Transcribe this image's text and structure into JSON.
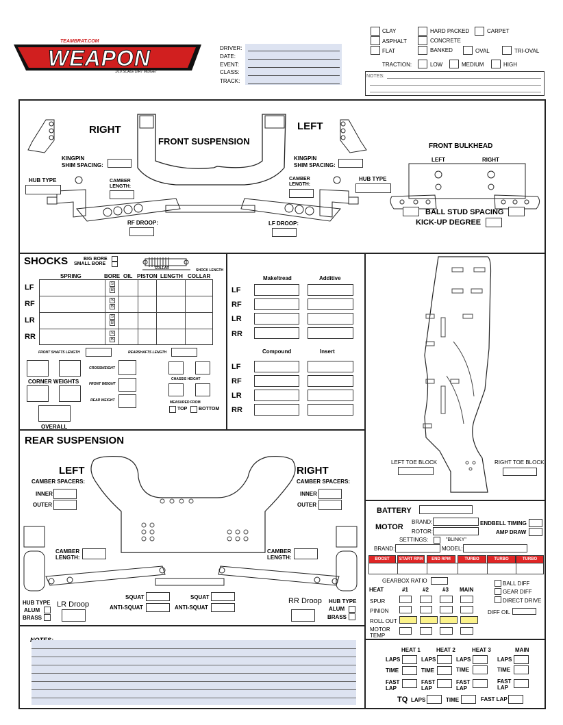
{
  "logo": {
    "top": "TEAMBRAT.COM",
    "main": "WEAPON",
    "sub": "1/10 SCALE DIRT MIDGET"
  },
  "header": {
    "fields": [
      "DRIVER:",
      "DATE:",
      "EVENT:",
      "CLASS:",
      "TRACK:"
    ]
  },
  "surface": {
    "clay": "CLAY",
    "hard_packed": "HARD PACKED",
    "carpet": "CARPET",
    "asphalt": "ASPHALT",
    "concrete": "CONCRETE",
    "flat": "FLAT",
    "banked": "BANKED",
    "oval": "OVAL",
    "tri_oval": "TRI-OVAL",
    "traction": "TRACTION:",
    "low": "LOW",
    "medium": "MEDIUM",
    "high": "HIGH",
    "notes": "NOTES:"
  },
  "front": {
    "right": "RIGHT",
    "left": "LEFT",
    "title": "FRONT SUSPENSION",
    "kingpin_r": "KINGPIN",
    "kingpin_r2": "SHIM SPACING:",
    "kingpin_l": "KINGPIN",
    "kingpin_l2": "SHIM SPACING:",
    "hub_r": "HUB TYPE",
    "hub_l": "HUB TYPE",
    "camber_r": "CAMBER",
    "camber_r2": "LENGTH:",
    "camber_l": "CAMBER",
    "camber_l2": "LENGTH:",
    "rf_droop": "RF DROOP:",
    "lf_droop": "LF DROOP:",
    "bulkhead": "FRONT BULKHEAD",
    "bh_left": "LEFT",
    "bh_right": "RIGHT",
    "ball_stud": "BALL STUD SPACING",
    "kickup": "KICK-UP DEGREE"
  },
  "shocks": {
    "title": "SHOCKS",
    "big_bore": "BIG BORE",
    "small_bore": "SMALL BORE",
    "collar": "COLLAR",
    "shock_length": "SHOCK LENGTH",
    "columns": [
      "SPRING",
      "BORE",
      "OIL",
      "PISTON",
      "LENGTH",
      "COLLAR"
    ],
    "rows": [
      "LF",
      "RF",
      "LR",
      "RR"
    ],
    "bore_s": "S",
    "bore_b": "B",
    "front_shafts": "FRONT SHAFTS LENGTH",
    "rear_shafts": "REARSHAFTS LENGTH",
    "corner_weights": "CORNER WEIGHTS",
    "crossweight": "CROSSWEIGHT",
    "front_weight": "FRONT WEIGHT",
    "rear_weight": "REAR WEIGHT",
    "chassis_height": "CHASSIS HEIGHT",
    "measured_from": "MEASURED FROM",
    "top": "TOP",
    "bottom": "BOTTOM",
    "overall": "OVERALL"
  },
  "tires": {
    "make": "Make/tread",
    "additive": "Additive",
    "compound": "Compound",
    "insert": "Insert",
    "rows": [
      "LF",
      "RF",
      "LR",
      "RR"
    ]
  },
  "chassis": {
    "left_toe": "LEFT TOE BLOCK",
    "right_toe": "RIGHT TOE BLOCK"
  },
  "rear": {
    "title": "REAR  SUSPENSION",
    "left": "LEFT",
    "right": "RIGHT",
    "camber_spacers_l": "CAMBER SPACERS:",
    "camber_spacers_r": "CAMBER SPACERS:",
    "inner": "INNER",
    "outer": "OUTER",
    "camber_l": "CAMBER",
    "camber_l2": "LENGTH:",
    "camber_r": "CAMBER",
    "camber_r2": "LENGTH:",
    "squat": "SQUAT",
    "anti_squat": "ANTI-SQUAT",
    "hub_type": "HUB TYPE",
    "alum": "ALUM",
    "brass": "BRASS",
    "lr_droop": "LR Droop",
    "rr_droop": "RR Droop"
  },
  "electronics": {
    "battery": "BATTERY",
    "motor": "MOTOR",
    "brand": "BRAND:",
    "rotor": "ROTOR:",
    "endbell": "ENDBELL TIMING",
    "amp_draw": "AMP DRAW",
    "settings": "SETTINGS:",
    "blinky": "\"BLINKY\"",
    "brand2": "BRAND:",
    "model": "MODEL:",
    "esc_cols": [
      "BOOST",
      "START RPM",
      "END RPM",
      "TURBO",
      "TURBO DELAY",
      "TURBO RAMP"
    ],
    "gearbox": "GEARBOX RATIO",
    "ball_diff": "BALL DIFF",
    "gear_diff": "GEAR DIFF",
    "direct": "DIRECT DRIVE",
    "diff_oil": "DIFF OIL",
    "heat": "HEAT",
    "h1": "#1",
    "h2": "#2",
    "h3": "#3",
    "main": "MAIN",
    "spur": "SPUR",
    "pinion": "PINION",
    "rollout": "ROLL OUT",
    "motor_temp": "MOTOR",
    "motor_temp2": "TEMP"
  },
  "notes": {
    "label": "NOTES:"
  },
  "laps": {
    "heat1": "HEAT 1",
    "heat2": "HEAT 2",
    "heat3": "HEAT 3",
    "main": "MAIN",
    "laps": "LAPS",
    "time": "TIME",
    "fast": "FAST",
    "lap": "LAP",
    "tq": "TQ",
    "tq_laps": "LAPS",
    "tq_time": "TIME",
    "tq_fast": "FAST LAP"
  }
}
